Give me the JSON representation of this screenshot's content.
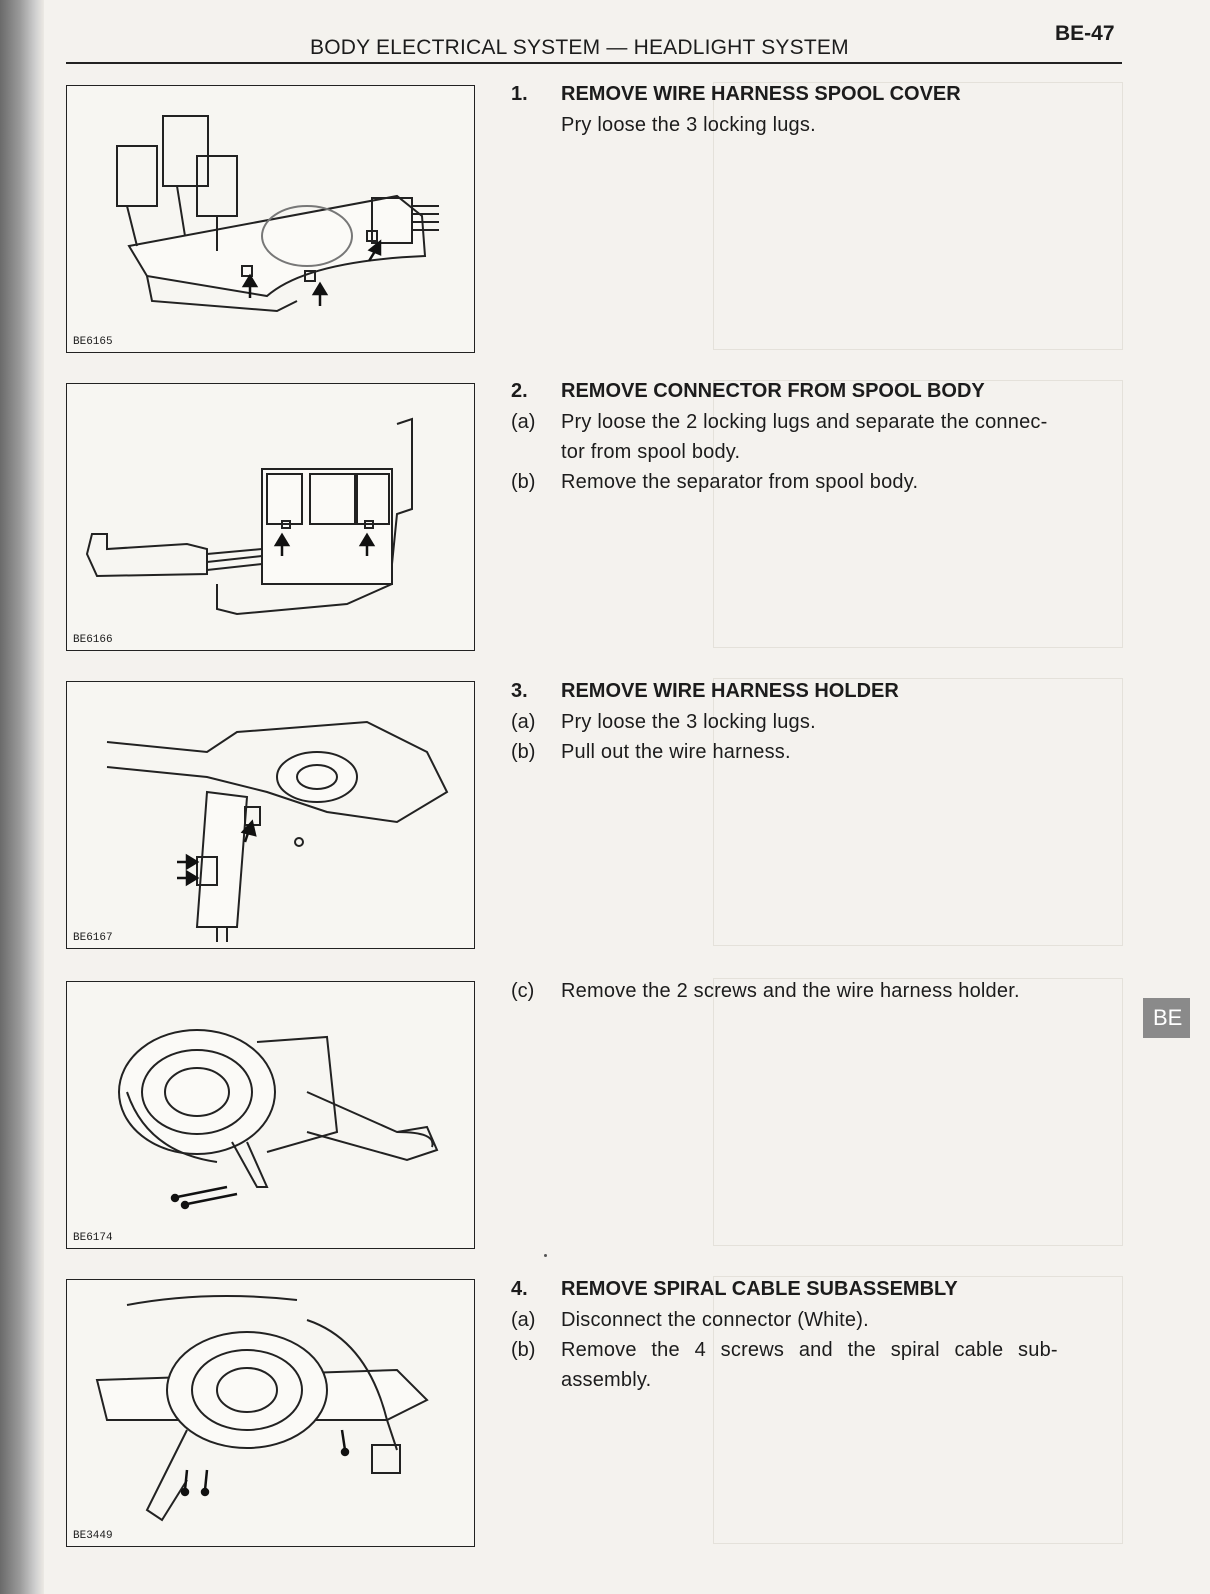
{
  "header": {
    "title": "BODY ELECTRICAL SYSTEM — HEADLIGHT SYSTEM",
    "page_number": "BE-47"
  },
  "side_tab": "BE",
  "figures": [
    {
      "code": "BE6165"
    },
    {
      "code": "BE6166"
    },
    {
      "code": "BE6167"
    },
    {
      "code": "BE6174"
    },
    {
      "code": "BE3449"
    }
  ],
  "steps": [
    {
      "number": "1.",
      "title": "REMOVE WIRE HARNESS SPOOL COVER",
      "lines": [
        {
          "label": "",
          "text": "Pry loose the 3 locking lugs."
        }
      ]
    },
    {
      "number": "2.",
      "title": "REMOVE CONNECTOR FROM SPOOL BODY",
      "lines": [
        {
          "label": "(a)",
          "text": "Pry loose the 2 locking lugs and separate the connec-"
        },
        {
          "label": "",
          "text": "tor from spool body."
        },
        {
          "label": "(b)",
          "text": "Remove the separator from spool body."
        }
      ]
    },
    {
      "number": "3.",
      "title": "REMOVE WIRE HARNESS HOLDER",
      "lines": [
        {
          "label": "(a)",
          "text": "Pry loose the 3 locking lugs."
        },
        {
          "label": "(b)",
          "text": "Pull out the wire harness."
        }
      ]
    },
    {
      "number": "",
      "title": "",
      "lines": [
        {
          "label": "(c)",
          "text": "Remove the 2 screws and the wire harness holder."
        }
      ]
    },
    {
      "number": "4.",
      "title": "REMOVE SPIRAL CABLE SUBASSEMBLY",
      "lines": [
        {
          "label": "(a)",
          "text": "Disconnect the connector (White)."
        },
        {
          "label": "(b)",
          "text": "Remove the 4 screws and the spiral cable sub-"
        },
        {
          "label": "",
          "text": "assembly."
        }
      ]
    }
  ]
}
